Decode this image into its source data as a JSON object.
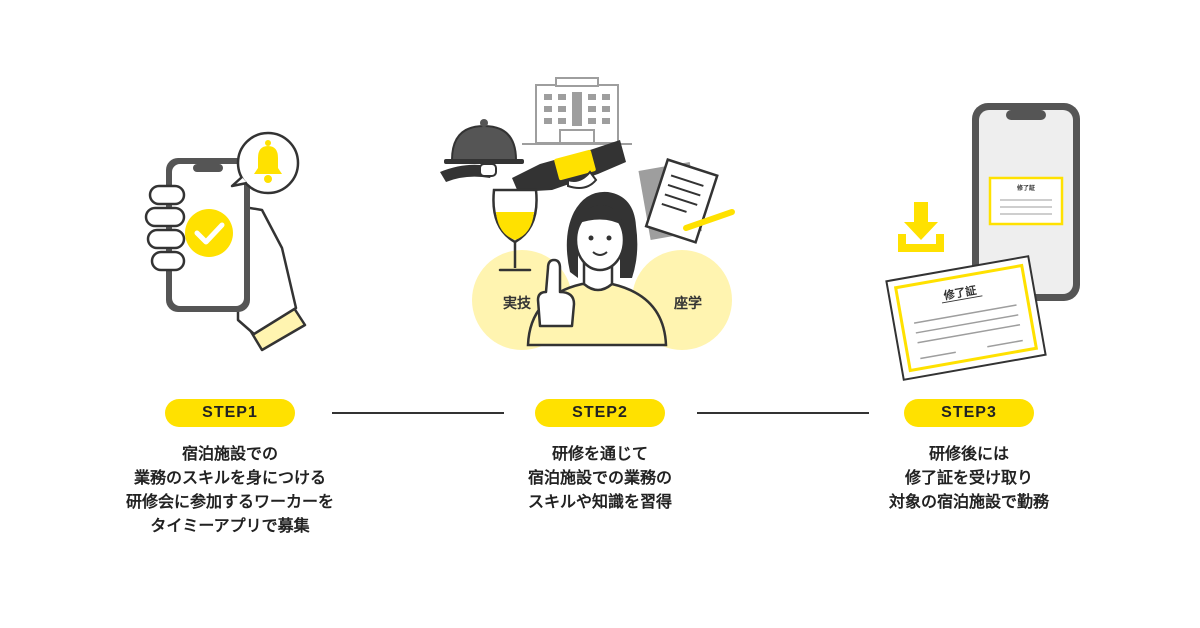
{
  "steps": [
    {
      "badge": "STEP1",
      "lines": [
        "宿泊施設での",
        "業務のスキルを身につける",
        "研修会に参加するワーカーを",
        "タイミーアプリで募集"
      ]
    },
    {
      "badge": "STEP2",
      "lines": [
        "研修を通じて",
        "宿泊施設での業務の",
        "スキルや知識を習得"
      ],
      "labels": {
        "practical": "実技",
        "lecture": "座学"
      }
    },
    {
      "badge": "STEP3",
      "lines": [
        "研修後には",
        "修了証を受け取り",
        "対象の宿泊施設で勤務"
      ],
      "certificate_title": "修了証"
    }
  ],
  "colors": {
    "accent": "#FFE100",
    "soft_yellow": "#FFF4B0",
    "dark": "#333333",
    "gray": "#9E9E9E"
  },
  "icons": [
    "bell-icon",
    "check-icon",
    "download-icon",
    "hotel-icon",
    "cloche-icon",
    "wine-bottle-icon",
    "wine-glass-icon",
    "document-icon",
    "pen-icon",
    "certificate-icon",
    "smartphone-icon"
  ]
}
